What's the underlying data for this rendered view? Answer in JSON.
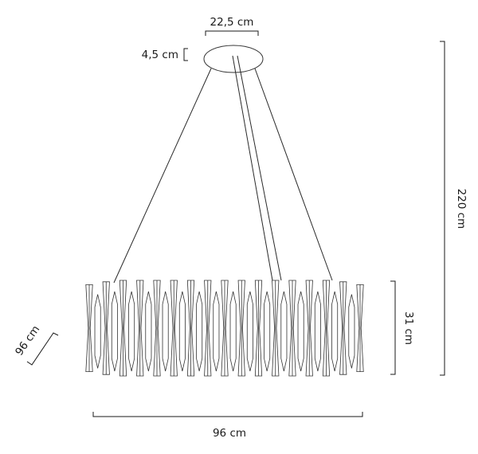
{
  "diagram": {
    "dimensions": {
      "canopy_width": "22,5 cm",
      "canopy_height": "4,5 cm",
      "total_height": "220 cm",
      "body_height": "31 cm",
      "depth": "96 cm",
      "width": "96 cm"
    }
  }
}
